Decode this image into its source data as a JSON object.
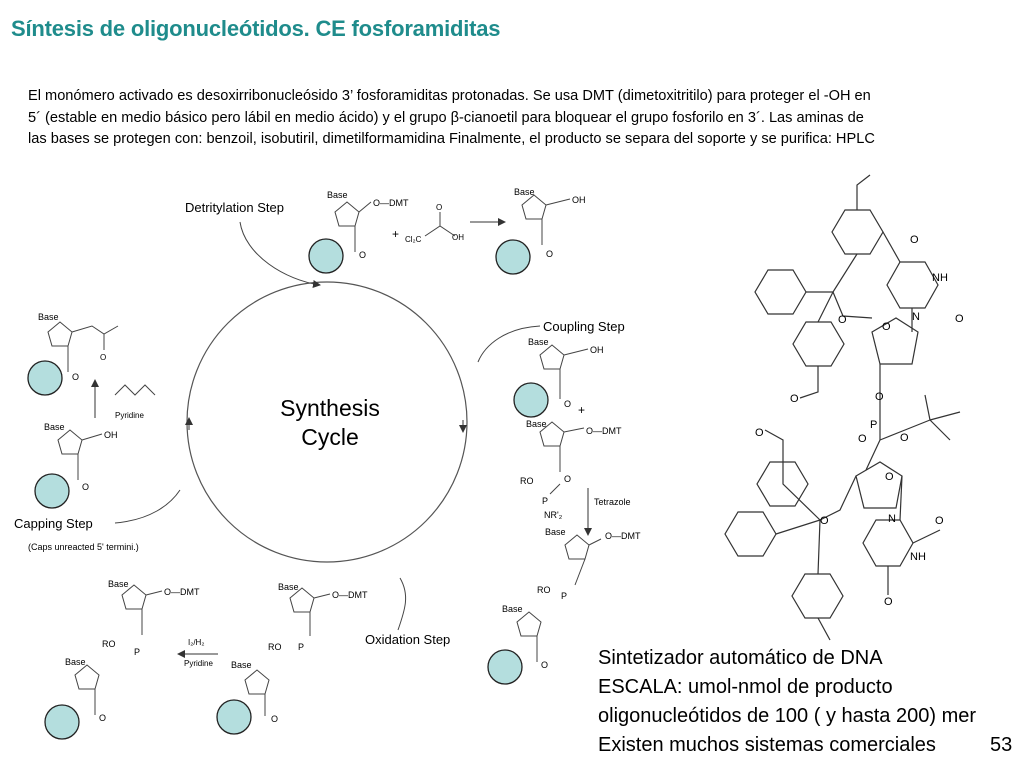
{
  "slide": {
    "title": "Síntesis de oligonucleótidos. CE fosforamiditas",
    "intro_lines": [
      "El monómero activado es desoxirribonucleósido 3’ fosforamiditas protonadas. Se usa DMT (dimetoxitritilo) para proteger el -OH en",
      "5´ (estable en medio básico pero lábil en medio ácido) y el grupo β-cianoetil para bloquear el grupo fosforilo en 3´. Las aminas de",
      "las bases se protegen con: benzoil, isobutiril, dimetilformamidina Finalmente, el producto se separa del soporte y se purifica: HPLC"
    ],
    "page_number": "53"
  },
  "cycle": {
    "center_line1": "Synthesis",
    "center_line2": "Cycle",
    "detritylation": "Detritylation Step",
    "coupling": "Coupling Step",
    "oxidation": "Oxidation Step",
    "capping": "Capping Step",
    "capping_note": "(Caps unreacted 5' termini.)",
    "tetrazole": "Tetrazole",
    "pyridine": "Pyridine",
    "i2h2": "I₂/H₂"
  },
  "chem": {
    "base": "Base",
    "o_dmt": "O—DMT",
    "oh": "OH",
    "o": "O",
    "plus": "+",
    "cl2c": "Cl₂C",
    "ro": "RO",
    "p": "P",
    "nr2": "NR'₂",
    "nh": "NH",
    "n": "N"
  },
  "notes": [
    "Sintetizador automático de DNA",
    "ESCALA: umol-nmol de producto",
    "oligonucleótidos de 100 ( y hasta 200) mer",
    "Existen muchos sistemas comerciales"
  ],
  "colors": {
    "title": "#1f8c8c",
    "support_bead": "#b4dede",
    "line": "#444444"
  }
}
